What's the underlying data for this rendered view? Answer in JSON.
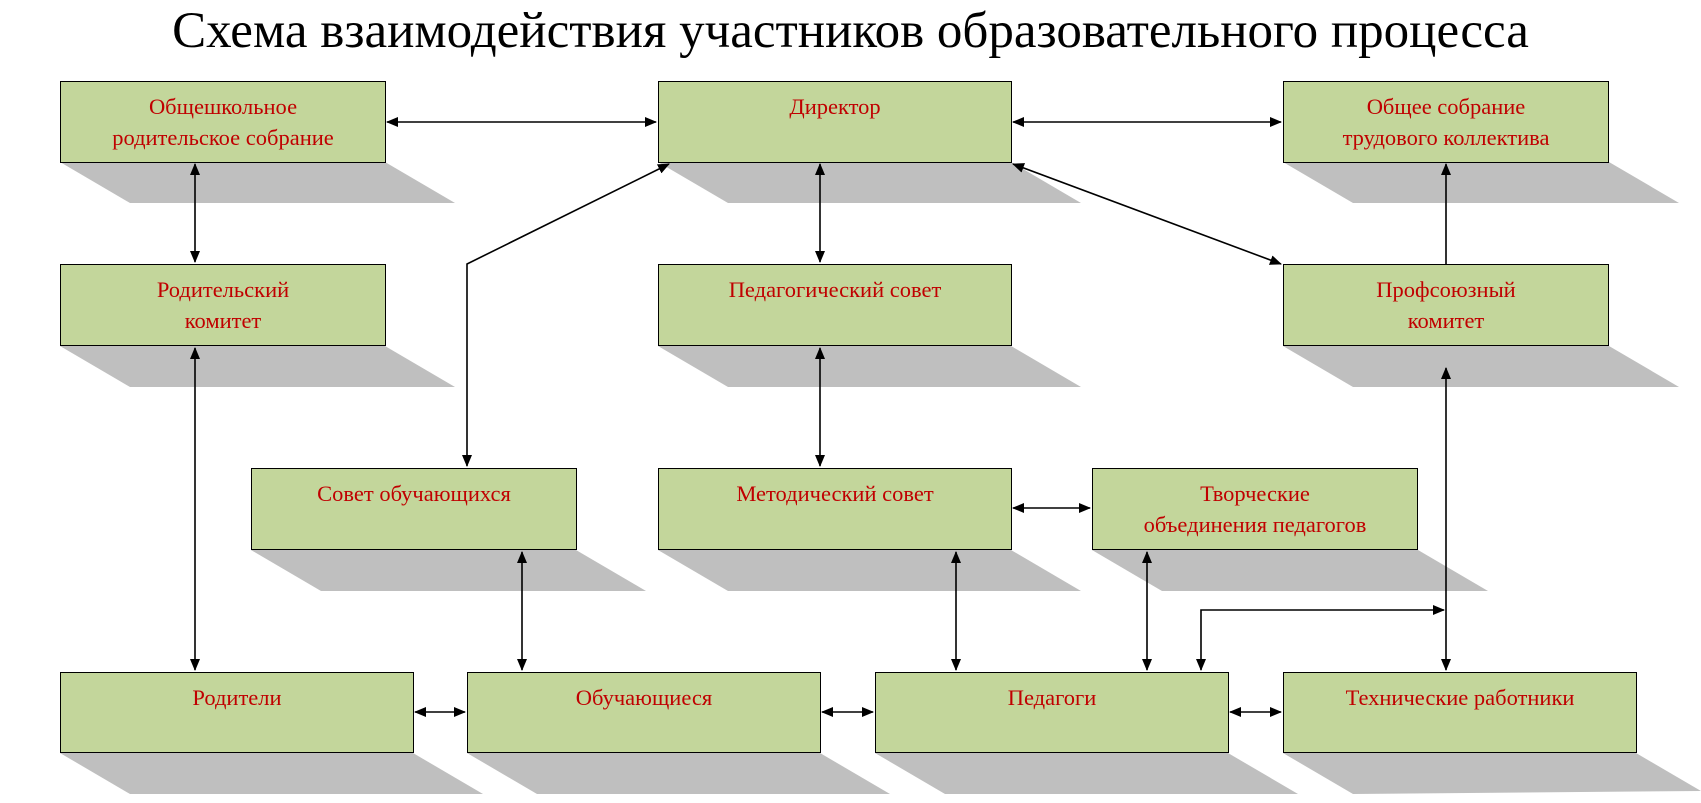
{
  "title": "Схема взаимодействия участников образовательного процесса",
  "colors": {
    "box_fill": "#c3d69b",
    "box_text": "#c00000",
    "shadow": "#bfbfbf",
    "title_text": "#000000"
  },
  "nodes": {
    "parents_meeting": {
      "lines": [
        "Общешкольное",
        "родительское собрание"
      ]
    },
    "director": {
      "lines": [
        "Директор"
      ]
    },
    "staff_meeting": {
      "lines": [
        "Общее собрание",
        "трудового коллектива"
      ]
    },
    "parents_committee": {
      "lines": [
        "Родительский",
        "комитет"
      ]
    },
    "pedagogical_council": {
      "lines": [
        "Педагогический совет"
      ]
    },
    "trade_union": {
      "lines": [
        "Профсоюзный",
        "комитет"
      ]
    },
    "students_council": {
      "lines": [
        "Совет обучающихся"
      ]
    },
    "methodical_council": {
      "lines": [
        "Методический совет"
      ]
    },
    "creative_associations": {
      "lines": [
        "Творческие",
        "объединения педагогов"
      ]
    },
    "parents": {
      "lines": [
        "Родители"
      ]
    },
    "students": {
      "lines": [
        "Обучающиеся"
      ]
    },
    "teachers": {
      "lines": [
        "Педагоги"
      ]
    },
    "technical_staff": {
      "lines": [
        "Технические работники"
      ]
    }
  }
}
